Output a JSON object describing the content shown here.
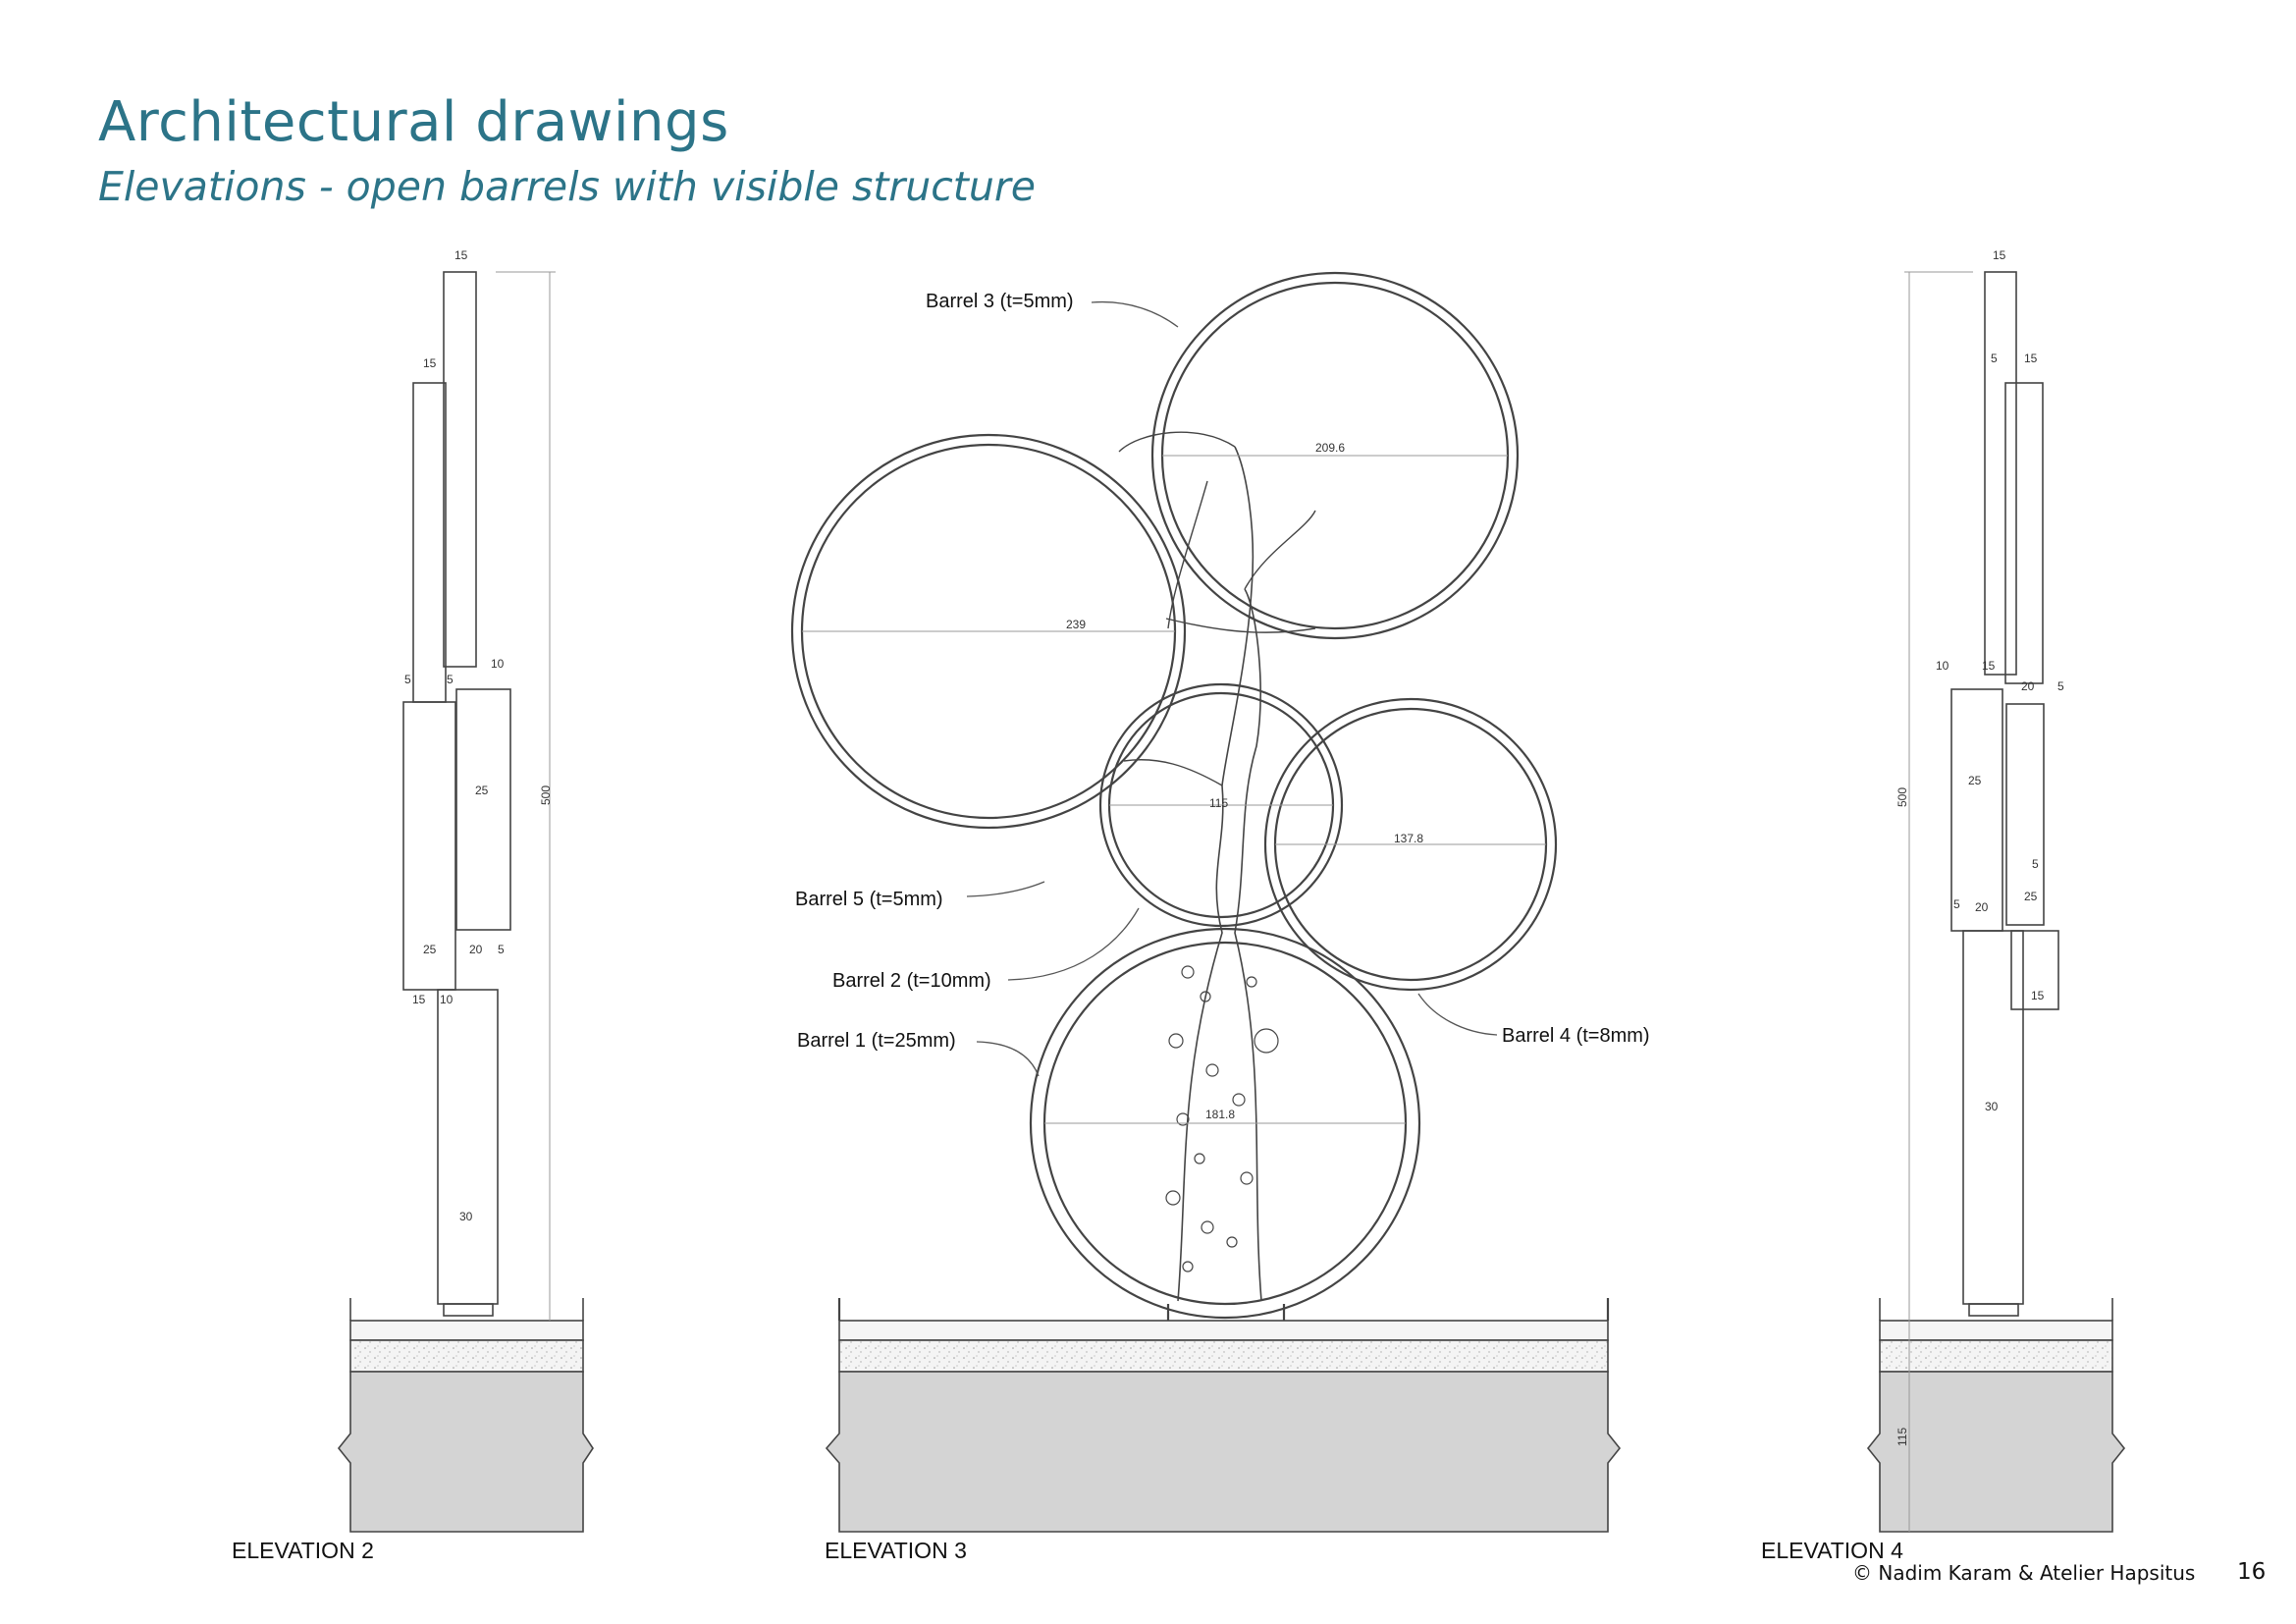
{
  "header": {
    "title": "Architectural drawings",
    "subtitle": "Elevations - open barrels with visible structure"
  },
  "elevations": [
    {
      "label": "ELEVATION 2"
    },
    {
      "label": "ELEVATION 3"
    },
    {
      "label": "ELEVATION 4"
    }
  ],
  "barrels": [
    {
      "label": "Barrel 3 (t=5mm)",
      "diameter": "209.6"
    },
    {
      "label": "Barrel 5 (t=5mm)",
      "diameter": "239"
    },
    {
      "label": "Barrel 2 (t=10mm)",
      "diameter": "115"
    },
    {
      "label": "Barrel 4 (t=8mm)",
      "diameter": "137.8"
    },
    {
      "label": "Barrel 1 (t=25mm)",
      "diameter": "181.8"
    }
  ],
  "elevation2_dims": {
    "top1": "15",
    "top2": "15",
    "a": "5",
    "b": "5",
    "c": "10",
    "d": "25",
    "e": "25",
    "f": "20",
    "g": "5",
    "h": "15",
    "i": "10",
    "base": "30",
    "height": "500"
  },
  "elevation4_dims": {
    "top1": "15",
    "a": "5",
    "b": "15",
    "c": "10",
    "d": "15",
    "e": "20",
    "f": "5",
    "g": "25",
    "h": "5",
    "i": "25",
    "j": "5",
    "k": "20",
    "l": "15",
    "base": "30",
    "height": "500",
    "depth": "115"
  },
  "footer": {
    "credit": "Nadim Karam & Atelier Hapsitus",
    "copyright_symbol": "©",
    "page": "16"
  }
}
